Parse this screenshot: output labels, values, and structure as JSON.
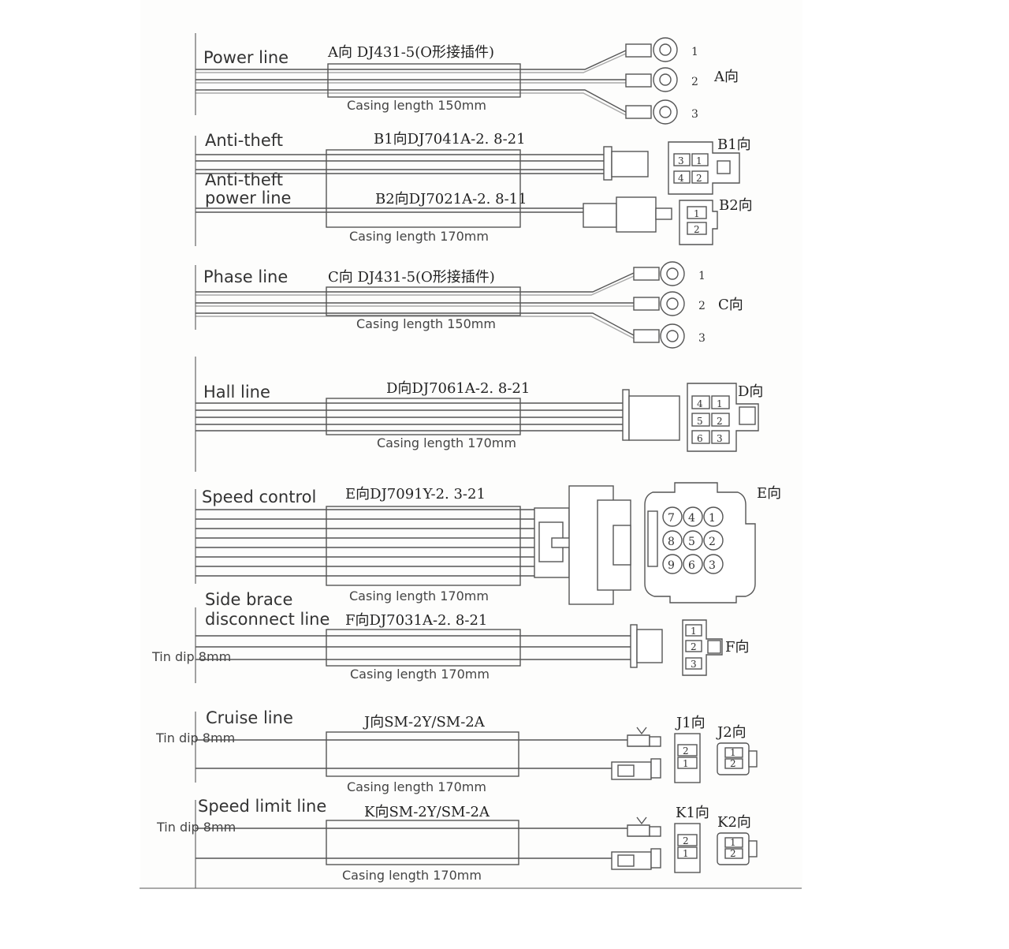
{
  "paper": {
    "border_color": "#555555",
    "text_color": "#333333"
  },
  "power": {
    "label": "Power line",
    "part": "A向  DJ431-5(O形接插件)",
    "casing": "Casing length 150mm",
    "dir": "A向",
    "pins": [
      "1",
      "2",
      "3"
    ]
  },
  "antitheft": {
    "label1": "Anti-theft",
    "label2a": "Anti-theft",
    "label2b": "power line",
    "part_b1": "B1向DJ7041A-2. 8-21",
    "part_b2": "B2向DJ7021A-2. 8-11",
    "casing": "Casing length 170mm",
    "dir_b1": "B1向",
    "dir_b2": "B2向",
    "b1_pins": [
      "3",
      "1",
      "4",
      "2"
    ],
    "b2_pins": [
      "1",
      "2"
    ]
  },
  "phase": {
    "label": "Phase line",
    "part": "C向  DJ431-5(O形接插件)",
    "casing": "Casing length 150mm",
    "dir": "C向",
    "pins": [
      "1",
      "2",
      "3"
    ]
  },
  "hall": {
    "label": "Hall line",
    "part": "D向DJ7061A-2. 8-21",
    "casing": "Casing length 170mm",
    "dir": "D向",
    "pins": [
      "4",
      "1",
      "5",
      "2",
      "6",
      "3"
    ]
  },
  "speed": {
    "label": "Speed control",
    "part": "E向DJ7091Y-2. 3-21",
    "casing": "Casing length 170mm",
    "dir": "E向",
    "pins": [
      "7",
      "4",
      "1",
      "8",
      "5",
      "2",
      "9",
      "6",
      "3"
    ]
  },
  "side": {
    "label1": "Side brace",
    "label2": "disconnect line",
    "part": "F向DJ7031A-2. 8-21",
    "casing": "Casing length 170mm",
    "tin": "Tin dip 8mm",
    "dir": "F向",
    "pins": [
      "1",
      "2",
      "3"
    ]
  },
  "cruise": {
    "label": "Cruise line",
    "part": "J向SM-2Y/SM-2A",
    "casing": "Casing length 170mm",
    "tin": "Tin dip 8mm",
    "dir1": "J1向",
    "dir2": "J2向",
    "pins1": [
      "2",
      "1"
    ],
    "pins2": [
      "1",
      "2"
    ]
  },
  "limit": {
    "label": "Speed limit line",
    "part": "K向SM-2Y/SM-2A",
    "casing": "Casing length 170mm",
    "tin": "Tin dip 8mm",
    "dir1": "K1向",
    "dir2": "K2向",
    "pins1": [
      "2",
      "1"
    ],
    "pins2": [
      "1",
      "2"
    ]
  }
}
